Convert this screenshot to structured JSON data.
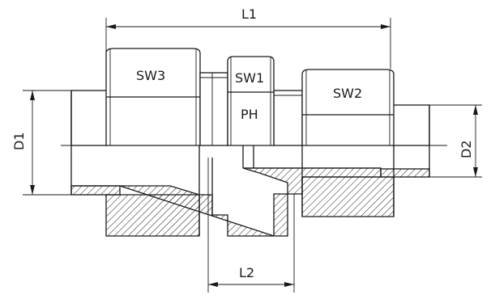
{
  "drawing": {
    "labels": {
      "L1": "L1",
      "L2": "L2",
      "SW1": "SW1",
      "SW2": "SW2",
      "SW3": "SW3",
      "PH": "PH",
      "D1": "D1",
      "D2": "D2"
    }
  }
}
